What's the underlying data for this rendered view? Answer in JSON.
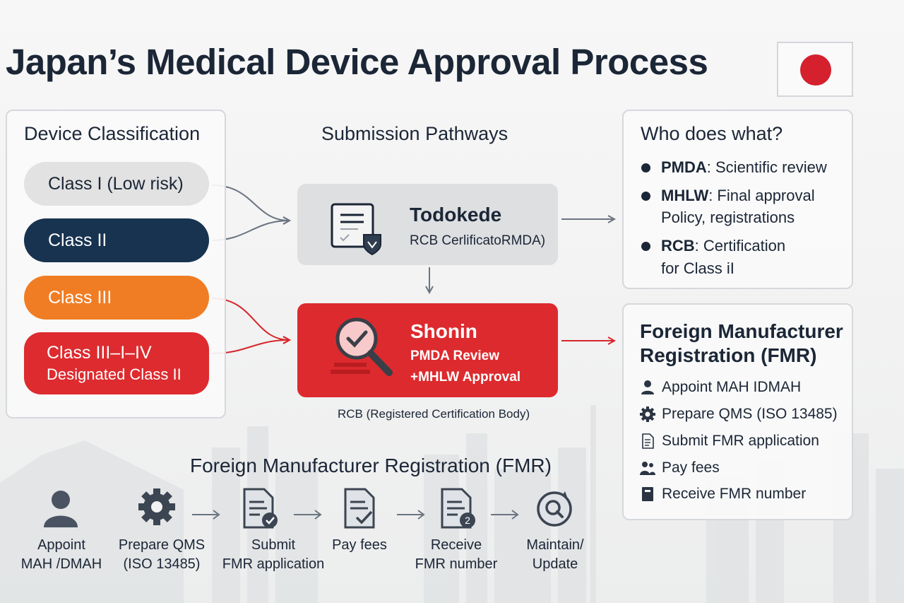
{
  "title": "Japan’s Medical Device Approval Process",
  "flag": {
    "name": "Japan",
    "colors": {
      "field": "#fafafa",
      "sun": "#d5202e"
    }
  },
  "colors": {
    "navy": "#183350",
    "orange": "#f07d24",
    "red": "#dd2a2e",
    "grey_box": "#dedfe1",
    "text": "#1b2636"
  },
  "classification": {
    "heading": "Device Classification",
    "classes": [
      {
        "label": "Class I (Low risk)"
      },
      {
        "label": "Class II"
      },
      {
        "label": "Class III"
      },
      {
        "label": "Class III–I–IV",
        "sublabel": "Designated Class II"
      }
    ]
  },
  "pathways": {
    "heading": "Submission Pathways",
    "todokede": {
      "title": "Todokede",
      "subtitle": "RCB CerlificatoRMDA)",
      "icon": "certificate-icon"
    },
    "shonin": {
      "title": "Shonin",
      "line1": "PMDA Review",
      "line2": "+MHLW Approval",
      "icon": "magnifier-check-icon"
    },
    "rcb_note": "RCB (Registered Certification Body)"
  },
  "who": {
    "heading": "Who does what?",
    "items": [
      {
        "name": "PMDA",
        "desc": ": Scientific review"
      },
      {
        "name": "MHLW",
        "desc": ": Final approval",
        "desc2": "Policy, registrations"
      },
      {
        "name": "RCB",
        "desc": ": Certification",
        "desc2": "for Class iI"
      }
    ]
  },
  "fmr_panel": {
    "heading_line1": "Foreign Manufacturer",
    "heading_line2": "Registration (FMR)",
    "items": [
      {
        "icon": "person-icon",
        "text": "Appoint MAH IDMAH"
      },
      {
        "icon": "gear-icon",
        "text": "Prepare QMS (ISO 13485)"
      },
      {
        "icon": "document-icon",
        "text": "Submit FMR application"
      },
      {
        "icon": "people-icon",
        "text": "Pay fees"
      },
      {
        "icon": "book-icon",
        "text": "Receive FMR number"
      }
    ]
  },
  "fmr_steps": {
    "heading": "Foreign Manufacturer Registration (FMR)",
    "steps": [
      {
        "icon": "person-icon",
        "line1": "Appoint",
        "line2": "MAH /DMAH"
      },
      {
        "icon": "gear-icon",
        "line1": "Prepare QMS",
        "line2": "(ISO 13485)"
      },
      {
        "icon": "document-check-icon",
        "line1": "Submit",
        "line2": "FMR application"
      },
      {
        "icon": "document-tick-icon",
        "line1": "Pay fees",
        "line2": ""
      },
      {
        "icon": "document-number-icon",
        "line1": "Receive",
        "line2": "FMR number",
        "badge": "2"
      },
      {
        "icon": "refresh-search-icon",
        "line1": "Maintain/",
        "line2": "Update"
      }
    ]
  }
}
